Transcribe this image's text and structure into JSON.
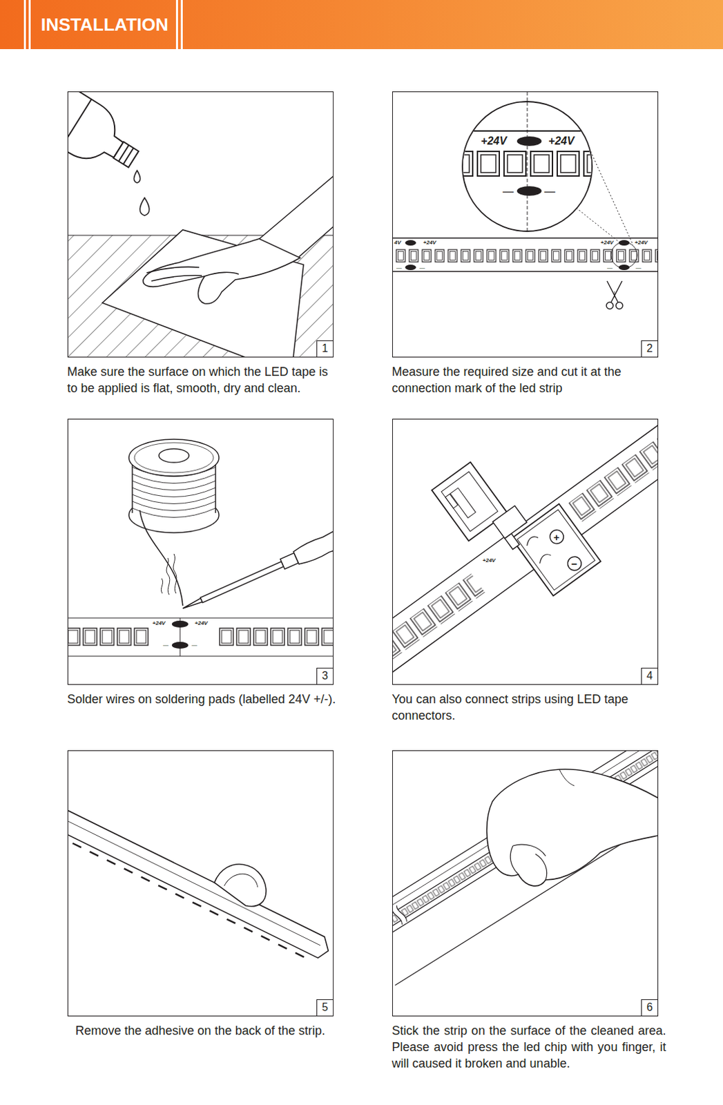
{
  "diagram": {
    "title": "INSTALLATION",
    "nodes": [
      {
        "text": [
          "Make sure the surface on which the LED tape is to be applied is flat, smooth, dry and clean."
        ]
      },
      {
        "text": [
          "1"
        ],
        "in": 0
      },
      {
        "text": [
          "Measure the required size and cut it at the connection mark of the led strip"
        ]
      },
      {
        "text": [
          "2"
        ],
        "in": 2
      },
      {
        "text": [
          "Solder wires on soldering pads (labelled 24V +/-)."
        ]
      },
      {
        "text": [
          "3"
        ],
        "in": 4
      },
      {
        "text": [
          "You can also connect strips using LED tape connectors."
        ]
      },
      {
        "text": [
          "4"
        ],
        "in": 6
      },
      {
        "text": [
          "Remove the adhesive on the back of the strip."
        ]
      },
      {
        "text": [
          "5"
        ],
        "in": 8
      },
      {
        "text": [
          "Stick the strip on the surface of the cleaned area. Please avoid press the led chip with you finger, it will caused it broken and unable."
        ]
      },
      {
        "text": [
          "6"
        ],
        "in": 10
      }
    ],
    "labels": [
      "+24V",
      "+24V",
      "—",
      "—",
      "4V",
      "+24V",
      "+24V",
      "+24V",
      "—",
      "—",
      "—",
      "—",
      "+24V",
      "+24V",
      "—",
      "—",
      "+24V",
      "+",
      "−"
    ]
  }
}
